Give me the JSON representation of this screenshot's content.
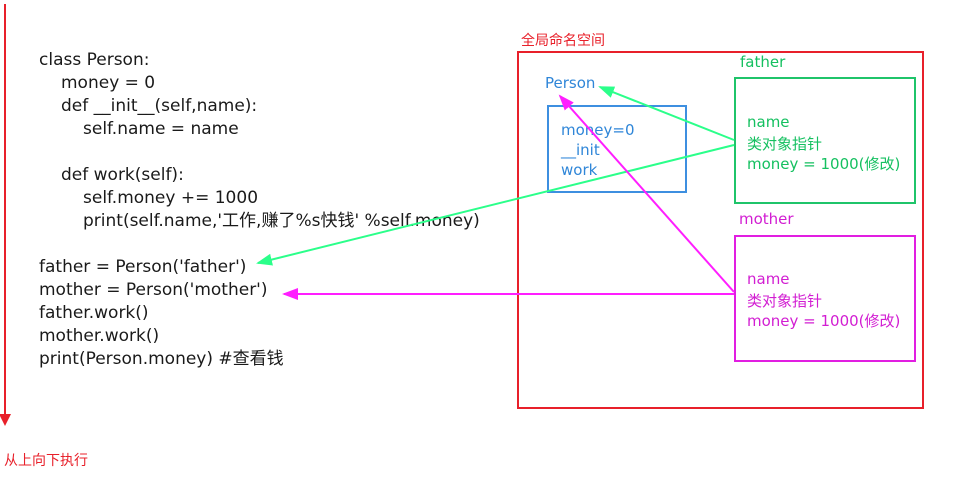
{
  "code": {
    "lines": [
      "class Person:",
      "money = 0",
      "def __init__(self,name):",
      "self.name = name",
      "def work(self):",
      "self.money += 1000",
      "print(self.name,'工作,赚了%s快钱' %self.money)",
      "father = Person('father')",
      "mother = Person('mother')",
      "father.work()",
      "mother.work()",
      "print(Person.money) #查看钱"
    ]
  },
  "execution_label": "从上向下执行",
  "global_namespace": {
    "label": "全局命名空间",
    "class_box": {
      "title": "Person",
      "items": [
        "money=0",
        "__init",
        "work"
      ]
    },
    "father_box": {
      "title": "father",
      "items": [
        "name",
        "类对象指针",
        "money = 1000(修改)"
      ]
    },
    "mother_box": {
      "title": "mother",
      "items": [
        "name",
        "类对象指针",
        "money = 1000(修改)"
      ]
    }
  },
  "colors": {
    "red": "#e8202a",
    "blue": "#3d8fe0",
    "green": "#1fc46a",
    "magenta": "#e11ee1",
    "arrow_green": "#2bff8a",
    "arrow_magenta": "#ff1eff"
  }
}
